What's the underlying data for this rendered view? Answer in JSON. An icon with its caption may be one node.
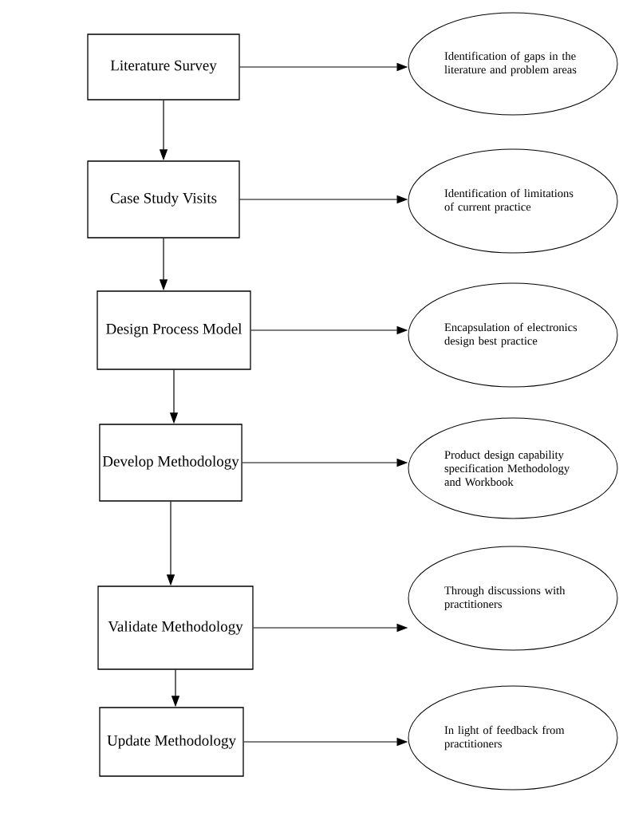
{
  "diagram": {
    "nodes": [
      {
        "text": [
          "Literature Survey"
        ]
      },
      {
        "text": [
          "Identification of gaps in the literature and problem areas"
        ]
      },
      {
        "text": [
          "Case Study Visits"
        ]
      },
      {
        "text": [
          "Identification of limitations of current practice"
        ]
      },
      {
        "text": [
          "Design Process Model"
        ]
      },
      {
        "text": [
          "Encapsulation of electronics design best practice"
        ]
      },
      {
        "text": [
          "Develop Methodology"
        ]
      },
      {
        "text": [
          "Product design capability specification Methodology and Workbook"
        ]
      },
      {
        "text": [
          "Validate Methodology"
        ]
      },
      {
        "text": [
          "Through discussions with practitioners"
        ]
      },
      {
        "text": [
          "Update Methodology"
        ]
      },
      {
        "text": [
          "In light of feedback from practitioners"
        ]
      }
    ],
    "edges": [
      {
        "from": 0,
        "to": 1,
        "arrow": "to"
      },
      {
        "from": 0,
        "to": 2,
        "arrow": "to"
      },
      {
        "from": 2,
        "to": 3,
        "arrow": "to"
      },
      {
        "from": 2,
        "to": 4,
        "arrow": "to"
      },
      {
        "from": 4,
        "to": 5,
        "arrow": "to"
      },
      {
        "from": 4,
        "to": 6,
        "arrow": "to"
      },
      {
        "from": 6,
        "to": 7,
        "arrow": "to"
      },
      {
        "from": 6,
        "to": 8,
        "arrow": "to"
      },
      {
        "from": 8,
        "to": 9,
        "arrow": "to"
      },
      {
        "from": 8,
        "to": 10,
        "arrow": "to"
      },
      {
        "from": 10,
        "to": 11,
        "arrow": "to"
      }
    ]
  }
}
